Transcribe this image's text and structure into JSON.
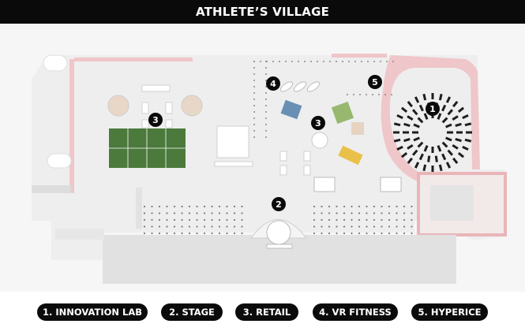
{
  "title": "ATHLETE’S VILLAGE",
  "markers": [
    {
      "id": "innovation-lab",
      "label": "1"
    },
    {
      "id": "stage",
      "label": "2"
    },
    {
      "id": "retail-left",
      "label": "3"
    },
    {
      "id": "retail-center",
      "label": "3"
    },
    {
      "id": "vr-fitness",
      "label": "4"
    },
    {
      "id": "hyperice",
      "label": "5"
    }
  ],
  "legend": [
    {
      "label": "1. INNOVATION LAB"
    },
    {
      "label": "2. STAGE"
    },
    {
      "label": "3. RETAIL"
    },
    {
      "label": "4. VR FITNESS"
    },
    {
      "label": "5. HYPERICE"
    }
  ],
  "colors": {
    "title_bg": "#0a0a0a",
    "floor": "#f5f5f5",
    "wall_pink": "#efc6c9",
    "turf": "#4b7a3c",
    "stage_gray": "#e1e1e1",
    "pill": "#0b0b0b"
  }
}
